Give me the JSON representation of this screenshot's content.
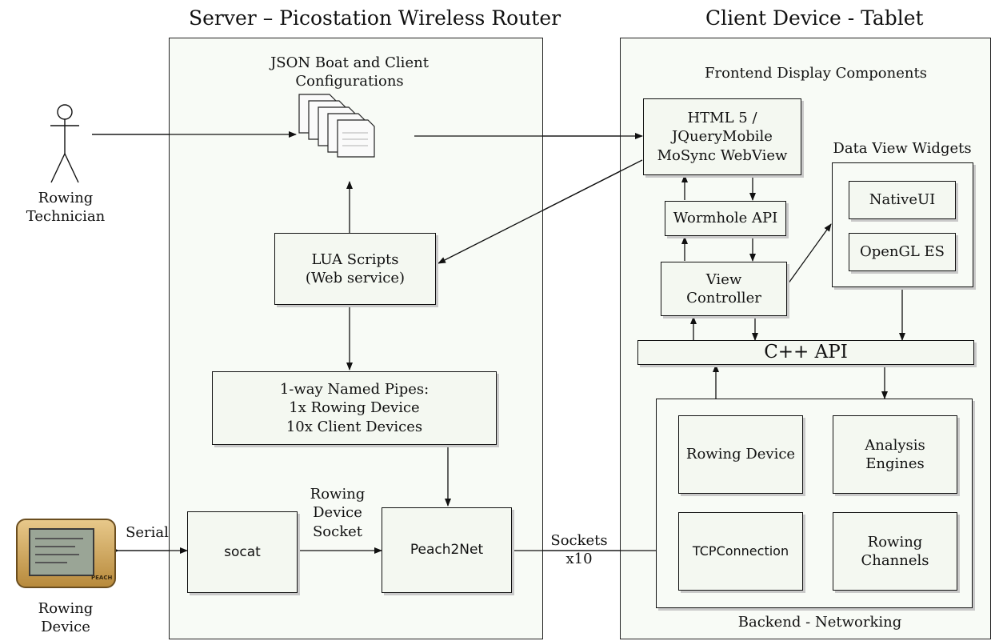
{
  "sections": {
    "server_title": "Server – Picostation Wireless Router",
    "client_title": "Client Device - Tablet"
  },
  "actors": {
    "technician": "Rowing\nTechnician",
    "device": "Rowing\nDevice"
  },
  "server": {
    "json_label": "JSON Boat and Client\nConfigurations",
    "lua": "LUA Scripts\n(Web service)",
    "pipes": "1-way Named Pipes:\n1x Rowing Device\n10x Client Devices",
    "socat": "socat",
    "peach": "Peach2Net"
  },
  "client": {
    "frontend_label": "Frontend Display Components",
    "html5": "HTML 5 /\nJQueryMobile\nMoSync WebView",
    "wormhole": "Wormhole API",
    "view_controller": "View\nController",
    "widgets_label": "Data View Widgets",
    "nativeui": "NativeUI",
    "opengl": "OpenGL ES",
    "cpp_api": "C++ API",
    "backend_label": "Backend - Networking",
    "rowing_device": "Rowing Device",
    "analysis": "Analysis\nEngines",
    "tcp": "TCPConnection",
    "channels": "Rowing\nChannels"
  },
  "connections": {
    "serial": "Serial",
    "rowing_socket": "Rowing\nDevice\nSocket",
    "sockets": "Sockets\nx10"
  },
  "device_screen": {
    "brand": "PEACH"
  }
}
